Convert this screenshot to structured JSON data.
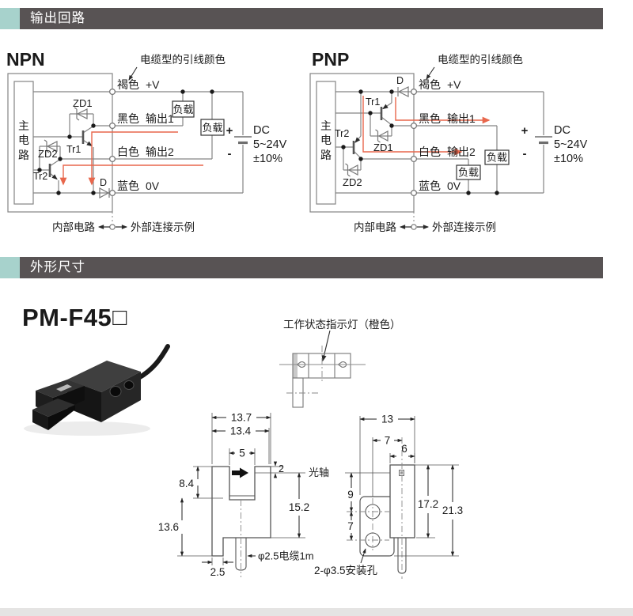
{
  "theme": {
    "accent": "#a7d2cc",
    "bar": "#585354",
    "red": "#e8674c",
    "line": "#848484",
    "text": "#1a1a1a"
  },
  "sections": {
    "output": "输出回路",
    "dimensions": "外形尺寸"
  },
  "labels": {
    "annotation": "电缆型的引线颜色",
    "main_circuit": "主电路",
    "load": "负载",
    "internal": "内部电路",
    "external": "外部连接示例",
    "supply": {
      "plus": "+",
      "minus": "-",
      "dc": "DC",
      "volt": "5~24V",
      "tol": "±10%"
    }
  },
  "circuits": {
    "npn_title": "NPN",
    "pnp_title": "PNP",
    "components": {
      "zd1": "ZD1",
      "zd2": "ZD2",
      "tr1": "Tr1",
      "tr2": "Tr2",
      "d": "D"
    },
    "wires": [
      {
        "color": "褐色",
        "signal": "+V"
      },
      {
        "color": "黑色",
        "signal": "输出1"
      },
      {
        "color": "白色",
        "signal": "输出2"
      },
      {
        "color": "蓝色",
        "signal": "0V"
      }
    ]
  },
  "outline": {
    "model": "PM-F45",
    "model_suffix": "□",
    "indicator": "工作状态指示灯（橙色）",
    "front": {
      "w_outer": "13.7",
      "w_inner": "13.4",
      "slot": "5",
      "axis_off": "2",
      "axis": "光轴",
      "h_upper": "8.4",
      "h_right": "15.2",
      "h_leg": "13.6",
      "w_leg": "2.5",
      "cable": "φ2.5电缆1m"
    },
    "side": {
      "w": "13",
      "off": "7",
      "body_w": "6",
      "h1": "9",
      "h2": "7",
      "body_h": "17.2",
      "total_h": "21.3",
      "holes": "2-φ3.5安装孔"
    }
  }
}
